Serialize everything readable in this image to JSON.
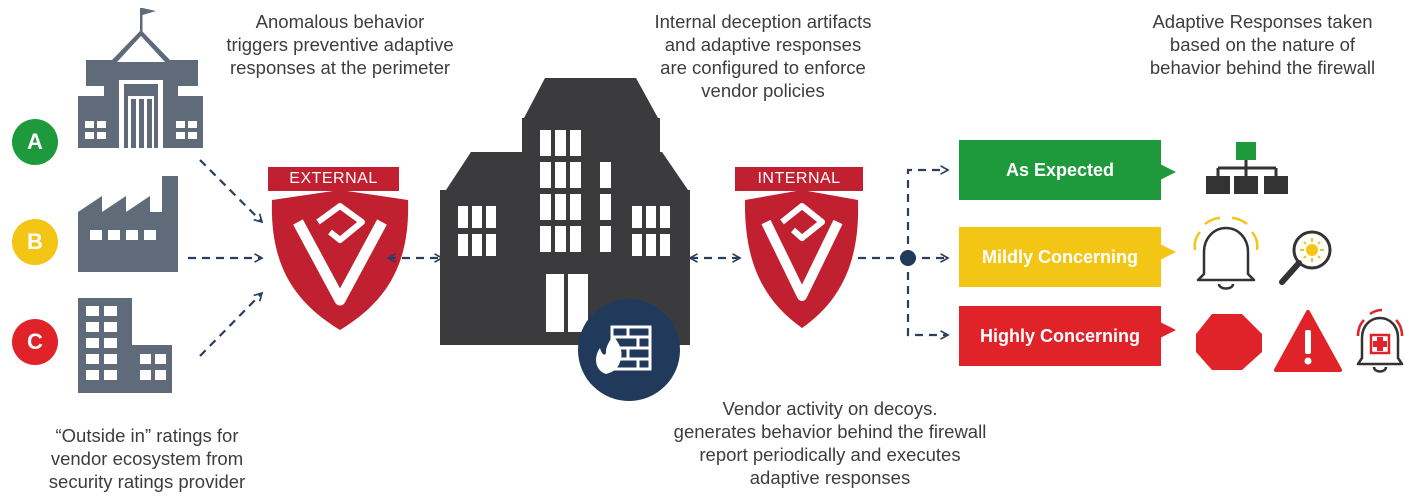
{
  "captions": {
    "perimeter": "Anomalous behavior\ntriggers preventive adaptive\nresponses at the perimeter",
    "deception": "Internal deception artifacts\nand adaptive responses\nare configured to enforce\nvendor policies",
    "adaptive": "Adaptive Responses taken\nbased on the nature of\nbehavior behind the firewall",
    "outside_in": "“Outside in” ratings for\nvendor ecosystem from\nsecurity ratings provider",
    "decoys": "Vendor activity on decoys.\ngenerates behavior behind the firewall\nreport periodically and executes\nadaptive responses"
  },
  "vendors": [
    {
      "rating": "A",
      "color": "#1e9a3d",
      "icon": "school-building-icon"
    },
    {
      "rating": "B",
      "color": "#f3c515",
      "icon": "factory-icon"
    },
    {
      "rating": "C",
      "color": "#e02329",
      "icon": "office-building-icon"
    }
  ],
  "shields": {
    "external_label": "EXTERNAL",
    "internal_label": "INTERNAL",
    "color": "#c0202f"
  },
  "firewall_icon": "firewall-brick-icon",
  "responses": [
    {
      "label": "As Expected",
      "color": "#1e9a3d",
      "icons": [
        "network-hierarchy-icon"
      ]
    },
    {
      "label": "Mildly Concerning",
      "color": "#f3c515",
      "icons": [
        "alert-bell-icon",
        "magnifier-icon"
      ]
    },
    {
      "label": "Highly Concerning",
      "color": "#e02329",
      "icons": [
        "stop-octagon-icon",
        "warning-triangle-icon",
        "alarm-bell-cross-icon"
      ]
    }
  ],
  "colors": {
    "building": "#3b3b3d",
    "vendor_icon": "#5f6b78",
    "arrow": "#2a3f5e",
    "firewall_circle": "#213a5c"
  }
}
